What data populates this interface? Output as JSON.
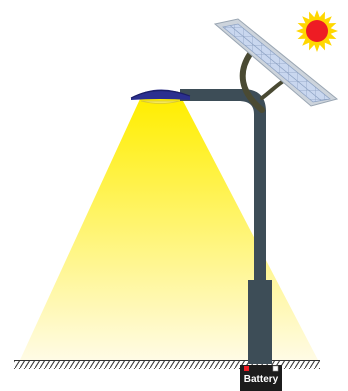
{
  "diagram": {
    "components": {
      "sun": "sun-icon",
      "solar_panel": "solar-panel",
      "lamp_head": "lamp-head",
      "light_beam": "light-beam",
      "pole": "pole",
      "battery": "battery-box",
      "ground": "ground-hatch"
    },
    "battery_label": "Battery",
    "colors": {
      "sun_core": "#ee1c24",
      "sun_rays": "#ffd700",
      "panel_frame": "#cdd4dc",
      "panel_cells": "#c9d7ef",
      "lamp_head": "#2b2f8f",
      "beam_top": "#ffee00",
      "beam_bottom": "#fffbe5",
      "pole": "#3d4d57",
      "battery_box": "#1c1c1c",
      "terminal_positive": "#ee1c24",
      "terminal_negative": "#ffffff",
      "ground": "#333333"
    }
  }
}
